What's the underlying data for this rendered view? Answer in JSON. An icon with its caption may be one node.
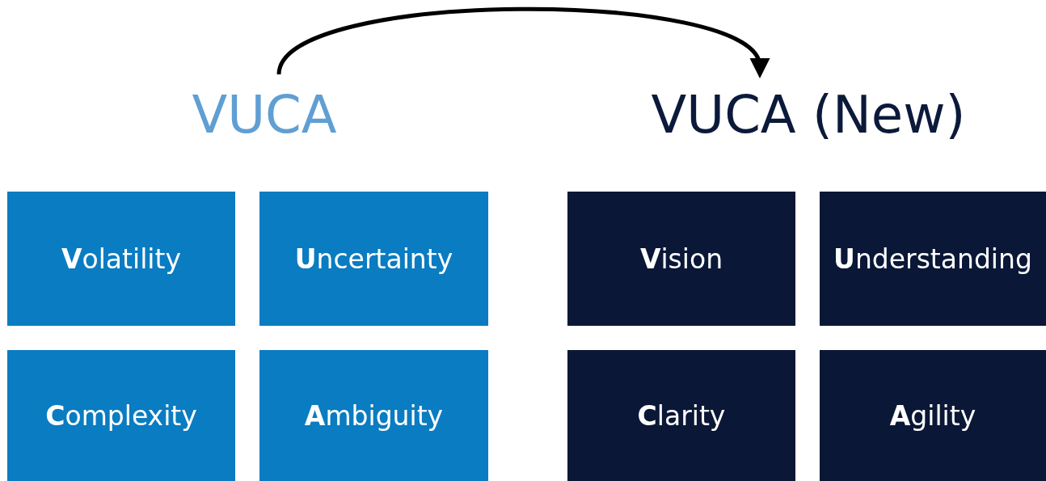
{
  "diagram": {
    "nodes": [
      {
        "text": [
          "VUCA"
        ]
      },
      {
        "text": [
          "VUCA (New)"
        ]
      },
      {
        "text": [
          "**V**olatility"
        ]
      },
      {
        "text": [
          "**U**ncertainty"
        ]
      },
      {
        "text": [
          "**C**omplexity"
        ]
      },
      {
        "text": [
          "**A**mbiguity"
        ]
      },
      {
        "text": [
          "**V**ision"
        ]
      },
      {
        "text": [
          "**U**nderstanding"
        ]
      },
      {
        "text": [
          "**C**larity"
        ]
      },
      {
        "text": [
          "**A**gility"
        ]
      }
    ],
    "edges": [
      {
        "from": 0,
        "to": 1,
        "arrow": "to"
      }
    ]
  }
}
